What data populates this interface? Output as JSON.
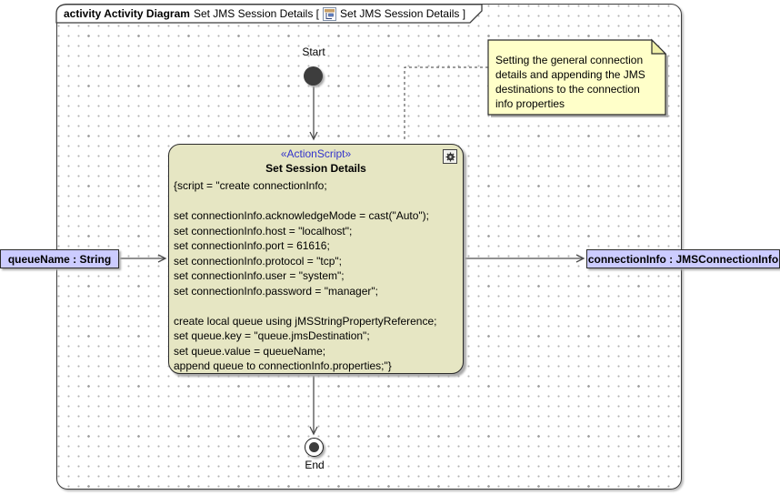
{
  "frame": {
    "title_keyword": "activity Activity Diagram",
    "title_name": "Set JMS Session Details [",
    "title_ref": "Set JMS Session Details ]",
    "icon": "activity-diagram-icon"
  },
  "note": {
    "lines": [
      "Setting the general connection",
      "details and appending the JMS",
      "destinations to the connection",
      "info properties"
    ]
  },
  "start": {
    "label": "Start"
  },
  "end": {
    "label": "End"
  },
  "action": {
    "stereotype": "«ActionScript»",
    "name": "Set Session Details",
    "icon": "behavior-gear-icon",
    "script_lines": [
      "{script = \"create connectionInfo;",
      "",
      "set connectionInfo.acknowledgeMode = cast(\"Auto\");",
      "set connectionInfo.host = \"localhost\";",
      "set connectionInfo.port = 61616;",
      "set connectionInfo.protocol = \"tcp\";",
      "set connectionInfo.user = \"system\";",
      "set connectionInfo.password = \"manager\";",
      "",
      "create local queue using jMSStringPropertyReference;",
      "set queue.key = \"queue.jmsDestination\";",
      "set queue.value = queueName;",
      "append queue to connectionInfo.properties;\"}"
    ]
  },
  "pins": {
    "input": {
      "label": "queueName : String"
    },
    "output": {
      "label": "connectionInfo : JMSConnectionInfo"
    }
  },
  "colors": {
    "action_fill": "#e6e6c3",
    "note_fill": "#ffffc9",
    "pin_fill": "#ccccff",
    "stereotype_text": "#3333cc",
    "connector": "#4d4d4d",
    "node_dark": "#3d3d3d",
    "shadow": "#aaaaaa",
    "grid_dot": "#b3b3b3"
  }
}
